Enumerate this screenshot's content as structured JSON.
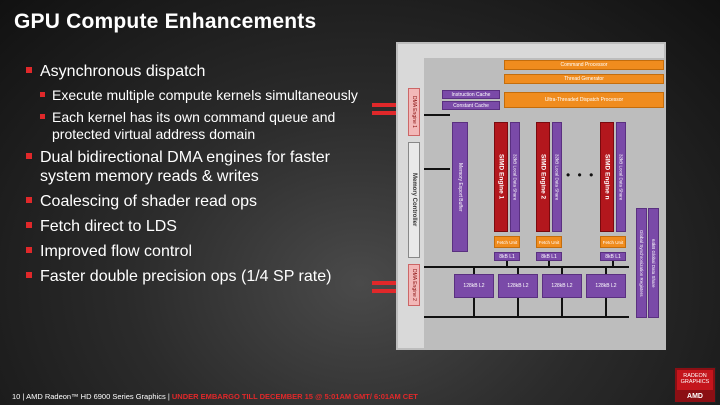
{
  "slide": {
    "title": "GPU Compute Enhancements",
    "bullets": [
      {
        "level": 1,
        "text": "Asynchronous dispatch"
      },
      {
        "level": 2,
        "text": "Execute multiple compute kernels simultaneously"
      },
      {
        "level": 2,
        "text": "Each kernel has its own command queue and protected virtual address domain"
      },
      {
        "level": 1,
        "text": "Dual bidirectional DMA engines for faster system memory reads & writes"
      },
      {
        "level": 1,
        "text": "Coalescing of shader read ops"
      },
      {
        "level": 1,
        "text": "Fetch direct to LDS"
      },
      {
        "level": 1,
        "text": "Improved flow control"
      },
      {
        "level": 1,
        "text": "Faster double precision ops (1/4 SP rate)"
      }
    ]
  },
  "diagram": {
    "command_processor": "Command Processor",
    "thread_generator": "Thread Generator",
    "instruction_cache": "Instruction Cache",
    "constant_cache": "Constant Cache",
    "dispatch_processor": "Ultra-Threaded Dispatch Processor",
    "dma_engine_1": "DMA Engine 1",
    "dma_engine_2": "DMA Engine 2",
    "memory_controller": "Memory Controller",
    "memory_export_buffer": "Memory Export Buffer",
    "simd_engines": [
      {
        "name": "SIMD Engine 1",
        "lds": "32kB Local Data Share",
        "fetch": "Fetch Unit",
        "l1": "8kB L1"
      },
      {
        "name": "SIMD Engine 2",
        "lds": "32kB Local Data Share",
        "fetch": "Fetch Unit",
        "l1": "8kB L1"
      },
      {
        "name": "SIMD Engine n",
        "lds": "32kB Local Data Share",
        "fetch": "Fetch Unit",
        "l1": "8kB L1"
      }
    ],
    "ellipsis": "• • •",
    "gds": "Global Synchronization Registers",
    "gds2": "64kB Global Data Share",
    "l2_caches": [
      "128kB L2",
      "128kB L2",
      "128kB L2",
      "128kB L2"
    ],
    "colors": {
      "orange": "#f08c1e",
      "purple": "#7a4aa8",
      "red": "#b3171d",
      "arrow": "#e0282a"
    }
  },
  "footer": {
    "page": "10",
    "product": "AMD Radeon™ HD 6900 Series Graphics",
    "warning": "UNDER EMBARGO TILL DECEMBER 15 @ 5:01AM GMT/ 6:01AM CET",
    "badge_top": "RADEON GRAPHICS",
    "logo": "AMD"
  }
}
